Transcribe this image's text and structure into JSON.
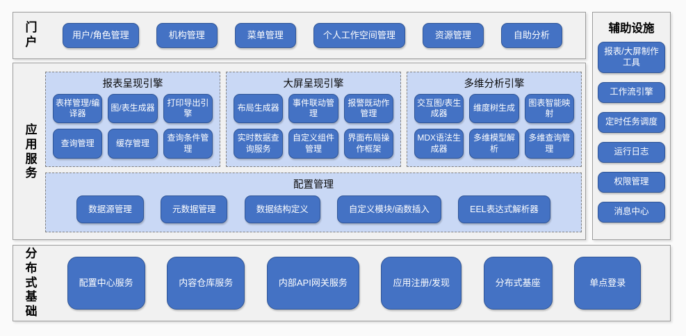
{
  "colors": {
    "button_blue": "#4472C4",
    "button_border": "#2F5597",
    "container_blue": "#C9D8F5",
    "panel_bg": "#F1F1F1",
    "panel_border": "#9C9C9C",
    "page_bg": "#FAFAFA"
  },
  "portal": {
    "label": "门户",
    "buttons": [
      "用户/角色管理",
      "机构管理",
      "菜单管理",
      "个人工作空间管理",
      "资源管理",
      "自助分析"
    ]
  },
  "app_services": {
    "label": "应用服务",
    "engines": [
      {
        "title": "报表呈现引擎",
        "buttons": [
          "表样管理/编译器",
          "图/表生成器",
          "打印导出引擎",
          "查询管理",
          "缓存管理",
          "查询条件管理"
        ]
      },
      {
        "title": "大屏呈现引擎",
        "buttons": [
          "布局生成器",
          "事件联动管理",
          "报警既动作管理",
          "实时数据查询服务",
          "自定义组件管理",
          "界面布局操作框架"
        ]
      },
      {
        "title": "多维分析引擎",
        "buttons": [
          "交互图/表生成器",
          "维度树生成",
          "图表智能映射",
          "MDX语法生成器",
          "多维模型解析",
          "多维查询管理"
        ]
      }
    ],
    "config": {
      "title": "配置管理",
      "buttons": [
        "数据源管理",
        "元数据管理",
        "数据结构定义",
        "自定义模块/函数插入",
        "EEL表达式解析器"
      ]
    }
  },
  "distributed": {
    "label": "分布式基础",
    "buttons": [
      "配置中心服务",
      "内容仓库服务",
      "内部API网关服务",
      "应用注册/发现",
      "分布式基座",
      "单点登录"
    ]
  },
  "auxiliary": {
    "title": "辅助设施",
    "buttons": [
      "报表/大屏制作工具",
      "工作流引擎",
      "定时任务调度",
      "运行日志",
      "权限管理",
      "消息中心"
    ]
  }
}
